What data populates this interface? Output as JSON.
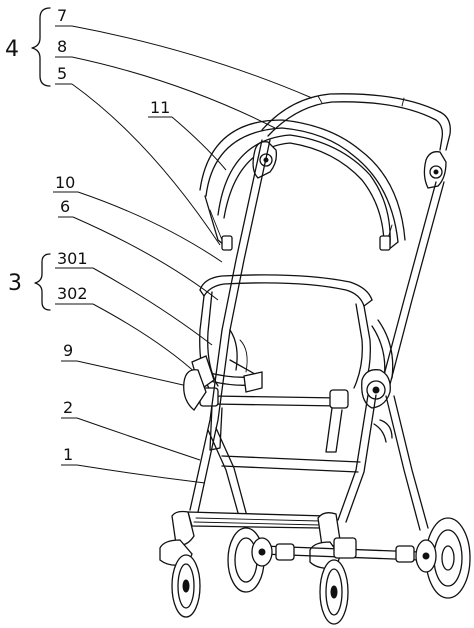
{
  "labels": {
    "l7": "7",
    "l8": "8",
    "l5": "5",
    "l4": "4",
    "l11": "11",
    "l10": "10",
    "l6": "6",
    "l301": "301",
    "l302": "302",
    "l3": "3",
    "l9": "9",
    "l2": "2",
    "l1": "1"
  }
}
